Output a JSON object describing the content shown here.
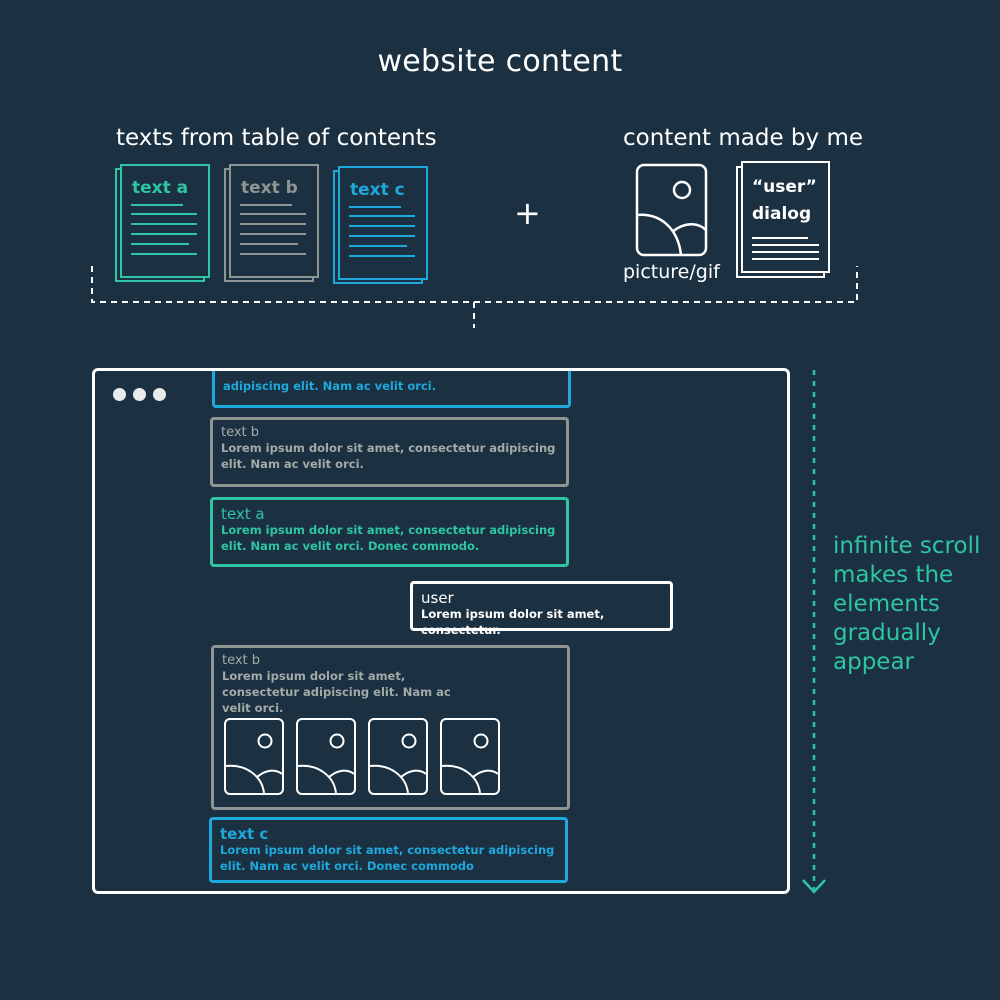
{
  "title": "website content",
  "sources": {
    "toc_label": "texts from table of contents",
    "own_label": "content made by me",
    "plus": "+",
    "docs": [
      {
        "title": "text a",
        "color": "#2ec4a4"
      },
      {
        "title": "text b",
        "color": "#8e9592"
      },
      {
        "title": "text c",
        "color": "#1fa8dc"
      }
    ],
    "picture_caption": "picture/gif",
    "dialog_doc": {
      "line1": "“user”",
      "line2": "dialog"
    }
  },
  "feed": {
    "cards": [
      {
        "kind": "text c",
        "title": "",
        "body": "adipiscing elit. Nam ac velit  orci."
      },
      {
        "kind": "text b",
        "title": "text b",
        "body": "Lorem ipsum dolor sit amet, consectetur adipiscing elit. Nam ac velit  orci."
      },
      {
        "kind": "text a",
        "title": "text a",
        "body": "Lorem ipsum dolor sit amet, consectetur adipiscing elit. Nam ac velit  orci. Donec commodo."
      },
      {
        "kind": "user",
        "title": "user",
        "body": "Lorem ipsum dolor sit amet, consectetur."
      },
      {
        "kind": "text b",
        "title": "text b",
        "body": "Lorem ipsum dolor sit amet, consectetur adipiscing elit. Nam ac velit  orci.",
        "image_count": 4
      },
      {
        "kind": "text c",
        "title": "text c",
        "body": "Lorem ipsum dolor sit amet, consectetur adipiscing elit. Nam ac velit  orci. Donec commodo"
      }
    ]
  },
  "side_note": "infinite scroll makes the elements gradually appear",
  "colors": {
    "background": "#1b3142",
    "teal": "#2ec4a4",
    "gray": "#8e9592",
    "blue": "#1fa8dc",
    "white": "#ffffff"
  },
  "icons": [
    "image-icon",
    "document-icon",
    "window-dots-icon",
    "arrow-down-icon"
  ]
}
